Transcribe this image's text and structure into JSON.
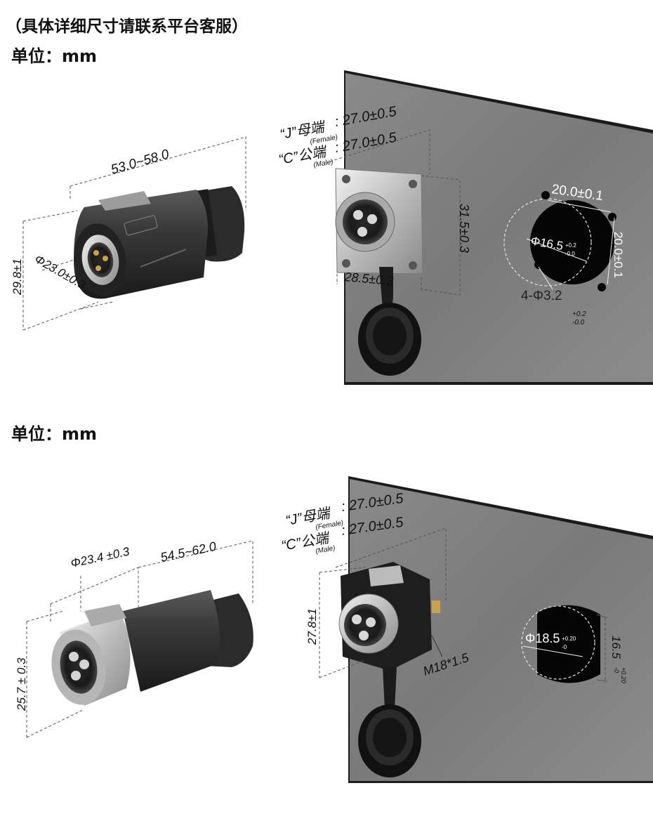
{
  "header": {
    "note": "（具体详细尺寸请联系平台客服）",
    "unit_top": "单位：mm",
    "unit_mid": "单位：mm"
  },
  "top": {
    "plug_length": "53.0~58.0",
    "plug_height": "29.8±1",
    "plug_diameter": "Φ23.0±0.3",
    "female_label": "“J”母端",
    "female_en": "(Female)",
    "female_value": ": 27.0±0.5",
    "male_label": "“C”公端",
    "male_en": "(Male)",
    "male_value": ": 27.0±0.5",
    "socket_height": "31.5±0.3",
    "socket_width": "28.5±0.3",
    "hole_pitch_h": "20.0±0.1",
    "hole_pitch_v": "20.0±0.1",
    "cutout_diameter": "Φ16.5",
    "cutout_tol_plus": "+0.2",
    "cutout_tol_minus": "-0.0",
    "mount_holes": "4-Φ3.2",
    "mount_tol_plus": "+0.2",
    "mount_tol_minus": "-0.0"
  },
  "bottom": {
    "plug_diameter": "Φ23.4 ±0.3",
    "plug_length": "54.5~62.0",
    "plug_height": "25.7 ± 0.3",
    "female_label": "“J”母端",
    "female_en": "(Female)",
    "female_value": ": 27.0±0.5",
    "male_label": "“C”公端",
    "male_en": "(Male)",
    "male_value": ": 27.0±0.5",
    "socket_height": "27.8±1",
    "thread": "M18*1.5",
    "cutout_diameter": "Φ18.5",
    "cutout_tol_plus": "+0.20",
    "cutout_tol_minus": "-0",
    "flat_width": "16.5",
    "flat_tol_plus": "+0.20",
    "flat_tol_minus": "-0"
  }
}
